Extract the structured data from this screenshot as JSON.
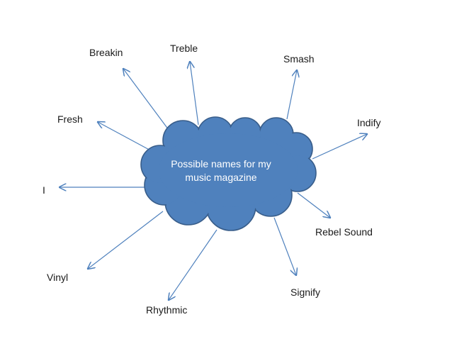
{
  "center": {
    "line1": "Possible names for my",
    "line2": "music magazine"
  },
  "names": [
    {
      "id": "breakin",
      "label": "Breakin"
    },
    {
      "id": "treble",
      "label": "Treble"
    },
    {
      "id": "smash",
      "label": "Smash"
    },
    {
      "id": "fresh",
      "label": "Fresh"
    },
    {
      "id": "indify",
      "label": "Indify"
    },
    {
      "id": "i",
      "label": "I"
    },
    {
      "id": "rebel-sound",
      "label": "Rebel Sound"
    },
    {
      "id": "vinyl",
      "label": "Vinyl"
    },
    {
      "id": "signify",
      "label": "Signify"
    },
    {
      "id": "rhythmic",
      "label": "Rhythmic"
    }
  ],
  "colors": {
    "cloud_fill": "#4f81bd",
    "cloud_stroke": "#385d8a",
    "arrow": "#4f81bd",
    "text": "#1a1a1a"
  }
}
